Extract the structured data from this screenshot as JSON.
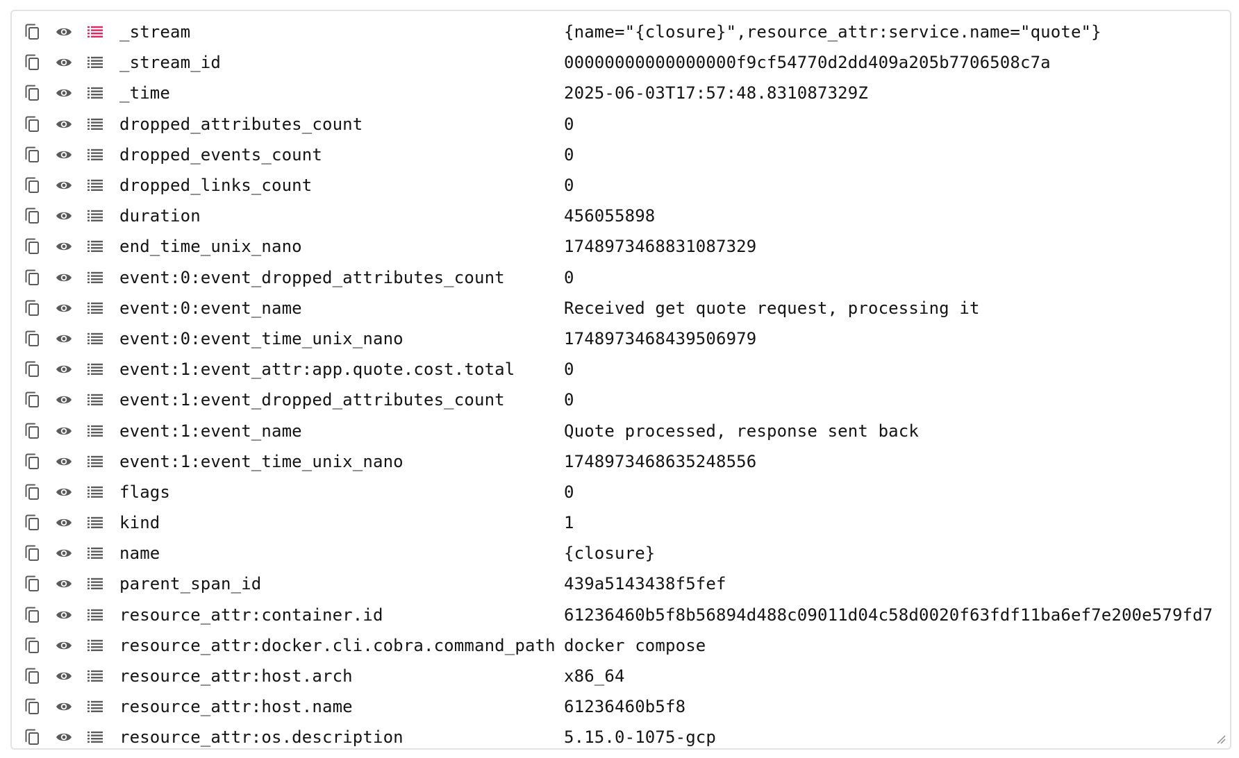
{
  "colors": {
    "icon": "#5a5a5a",
    "active_icon": "#e0245e",
    "text": "#141414",
    "border": "#e3e3e3"
  },
  "icons": {
    "copy": "copy-icon",
    "visibility": "eye-icon",
    "column": "lines-icon"
  },
  "fields": [
    {
      "key": "_stream",
      "value": "{name=\"{closure}\",resource_attr:service.name=\"quote\"}",
      "active": true
    },
    {
      "key": "_stream_id",
      "value": "00000000000000000f9cf54770d2dd409a205b7706508c7a",
      "active": false
    },
    {
      "key": "_time",
      "value": "2025-06-03T17:57:48.831087329Z",
      "active": false
    },
    {
      "key": "dropped_attributes_count",
      "value": "0",
      "active": false
    },
    {
      "key": "dropped_events_count",
      "value": "0",
      "active": false
    },
    {
      "key": "dropped_links_count",
      "value": "0",
      "active": false
    },
    {
      "key": "duration",
      "value": "456055898",
      "active": false
    },
    {
      "key": "end_time_unix_nano",
      "value": "1748973468831087329",
      "active": false
    },
    {
      "key": "event:0:event_dropped_attributes_count",
      "value": "0",
      "active": false
    },
    {
      "key": "event:0:event_name",
      "value": "Received get quote request, processing it",
      "active": false
    },
    {
      "key": "event:0:event_time_unix_nano",
      "value": "1748973468439506979",
      "active": false
    },
    {
      "key": "event:1:event_attr:app.quote.cost.total",
      "value": "0",
      "active": false
    },
    {
      "key": "event:1:event_dropped_attributes_count",
      "value": "0",
      "active": false
    },
    {
      "key": "event:1:event_name",
      "value": "Quote processed, response sent back",
      "active": false
    },
    {
      "key": "event:1:event_time_unix_nano",
      "value": "1748973468635248556",
      "active": false
    },
    {
      "key": "flags",
      "value": "0",
      "active": false
    },
    {
      "key": "kind",
      "value": "1",
      "active": false
    },
    {
      "key": "name",
      "value": "{closure}",
      "active": false
    },
    {
      "key": "parent_span_id",
      "value": "439a5143438f5fef",
      "active": false
    },
    {
      "key": "resource_attr:container.id",
      "value": "61236460b5f8b56894d488c09011d04c58d0020f63fdf11ba6ef7e200e579fd7",
      "active": false
    },
    {
      "key": "resource_attr:docker.cli.cobra.command_path",
      "value": "docker compose",
      "active": false
    },
    {
      "key": "resource_attr:host.arch",
      "value": "x86_64",
      "active": false
    },
    {
      "key": "resource_attr:host.name",
      "value": "61236460b5f8",
      "active": false
    },
    {
      "key": "resource_attr:os.description",
      "value": "5.15.0-1075-gcp",
      "active": false
    }
  ]
}
